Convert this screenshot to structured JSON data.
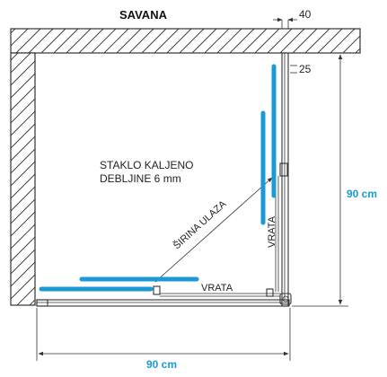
{
  "title": "SAVANA",
  "glass_note": {
    "line1": "STAKLO KALJENO",
    "line2": "DEBLJINE 6 mm"
  },
  "labels": {
    "entry_width": "ŠIRINA ULAZA",
    "door_bottom": "VRATA",
    "door_right": "VRATA"
  },
  "dimensions": {
    "width": "90 cm",
    "depth": "90 cm",
    "offset_top": "40",
    "offset_side": "25"
  },
  "colors": {
    "glass_accent": "#1b9ad6",
    "dimension_text": "#1b9ad6",
    "line": "#333333"
  }
}
